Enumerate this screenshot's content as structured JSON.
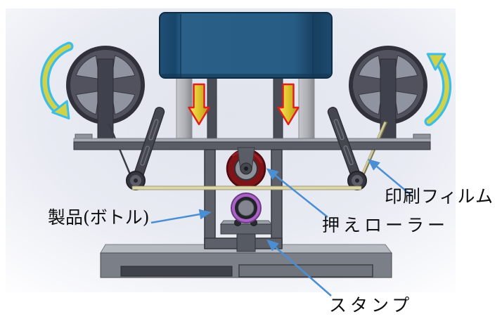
{
  "figure": {
    "kind": "annotated 3D CAD diagram",
    "subject": "film hot-stamp printing unit with supply/take-up reels pressing film onto a bottle",
    "labels": {
      "product_bottle": "製品(ボトル)",
      "printing_film": "印刷フィルム",
      "press_roller": "押えローラー",
      "stamp": "スタンプ"
    },
    "parts": [
      "press-head",
      "left-film-reel",
      "right-film-reel",
      "reel-rotation-arrows",
      "press-down-arrows",
      "guide-arm-left",
      "guide-arm-right",
      "film-ribbon",
      "press-roller",
      "bottle",
      "stamp-pedestal",
      "machine-base",
      "support-beam",
      "u-frame"
    ],
    "colors": {
      "backdrop": "#e4e6ef",
      "annotation_arrow": "#4a8fd4",
      "rotation_arrow_fill": "#d2d248",
      "rotation_arrow_stroke": "#3cbde8",
      "down_arrow_fill": "#e6cc2e",
      "down_arrow_stroke": "#e01e1e",
      "press_body_blue": "#27597f",
      "press_roller_red": "#7e1418",
      "bottle_purple": "#aa62c6",
      "film_tan": "#ddd7a9",
      "metal_gray": "#5a5d66"
    }
  }
}
